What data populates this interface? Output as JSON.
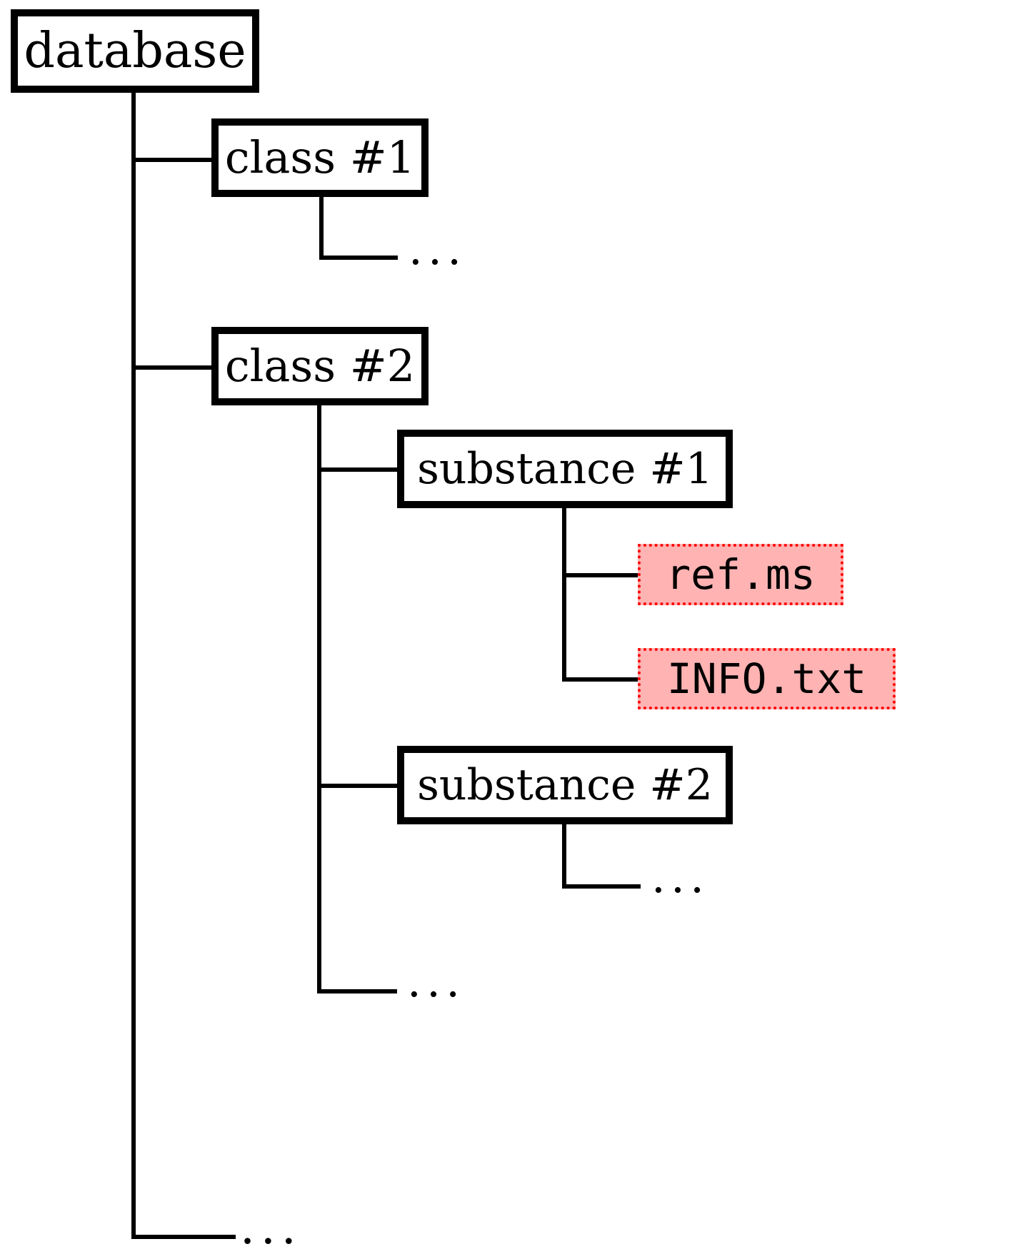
{
  "diagram": {
    "title_semantic": "database-directory-tree",
    "colors": {
      "node_border": "#000000",
      "node_fill": "#ffffff",
      "file_fill": "#ffb3b3",
      "file_border": "#ff0000",
      "connector": "#000000",
      "text": "#000000"
    },
    "ellipsis_glyph": "..."
  },
  "nodes": {
    "database": {
      "label": "database",
      "level": 0
    },
    "class1": {
      "label": "class #1",
      "level": 1
    },
    "class2": {
      "label": "class #2",
      "level": 1
    },
    "substance1": {
      "label": "substance #1",
      "level": 2
    },
    "substance2": {
      "label": "substance #2",
      "level": 2
    }
  },
  "files": {
    "ref_ms": {
      "label": "ref.ms"
    },
    "info_txt": {
      "label": "INFO.txt"
    }
  },
  "ellipses": {
    "class1_more": "...",
    "substance2_more": "...",
    "class2_more": "...",
    "database_more": "..."
  }
}
